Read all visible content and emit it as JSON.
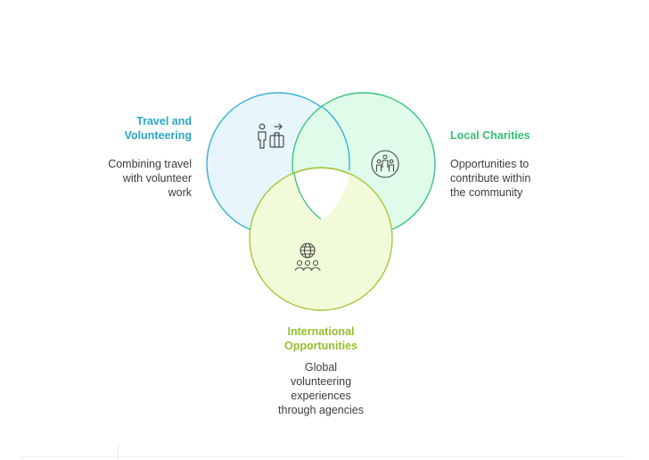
{
  "colors": {
    "travel_stroke": "#3ab0d4",
    "travel_fill": "#e6f6fc",
    "travel_text": "#2aa7c9",
    "charities_stroke": "#3cc47f",
    "charities_fill": "#dffbea",
    "charities_text": "#33bf76",
    "international_stroke": "#a2c73b",
    "international_fill": "#f2fbd9",
    "international_text": "#93bf2c",
    "icon_dark": "#4a4a4a"
  },
  "sets": {
    "travel": {
      "title_line1": "Travel and",
      "title_line2": "Volunteering",
      "desc_line1": "Combining travel",
      "desc_line2": "with volunteer",
      "desc_line3": "work",
      "icon": "traveler-with-luggage-icon"
    },
    "charities": {
      "title": "Local Charities",
      "desc_line1": "Opportunities to",
      "desc_line2": "contribute within",
      "desc_line3": "the community",
      "icon": "community-group-icon"
    },
    "international": {
      "title_line1": "International",
      "title_line2": "Opportunities",
      "desc_line1": "Global",
      "desc_line2": "volunteering",
      "desc_line3": "experiences",
      "desc_line4": "through agencies",
      "icon": "globe-people-icon"
    }
  }
}
